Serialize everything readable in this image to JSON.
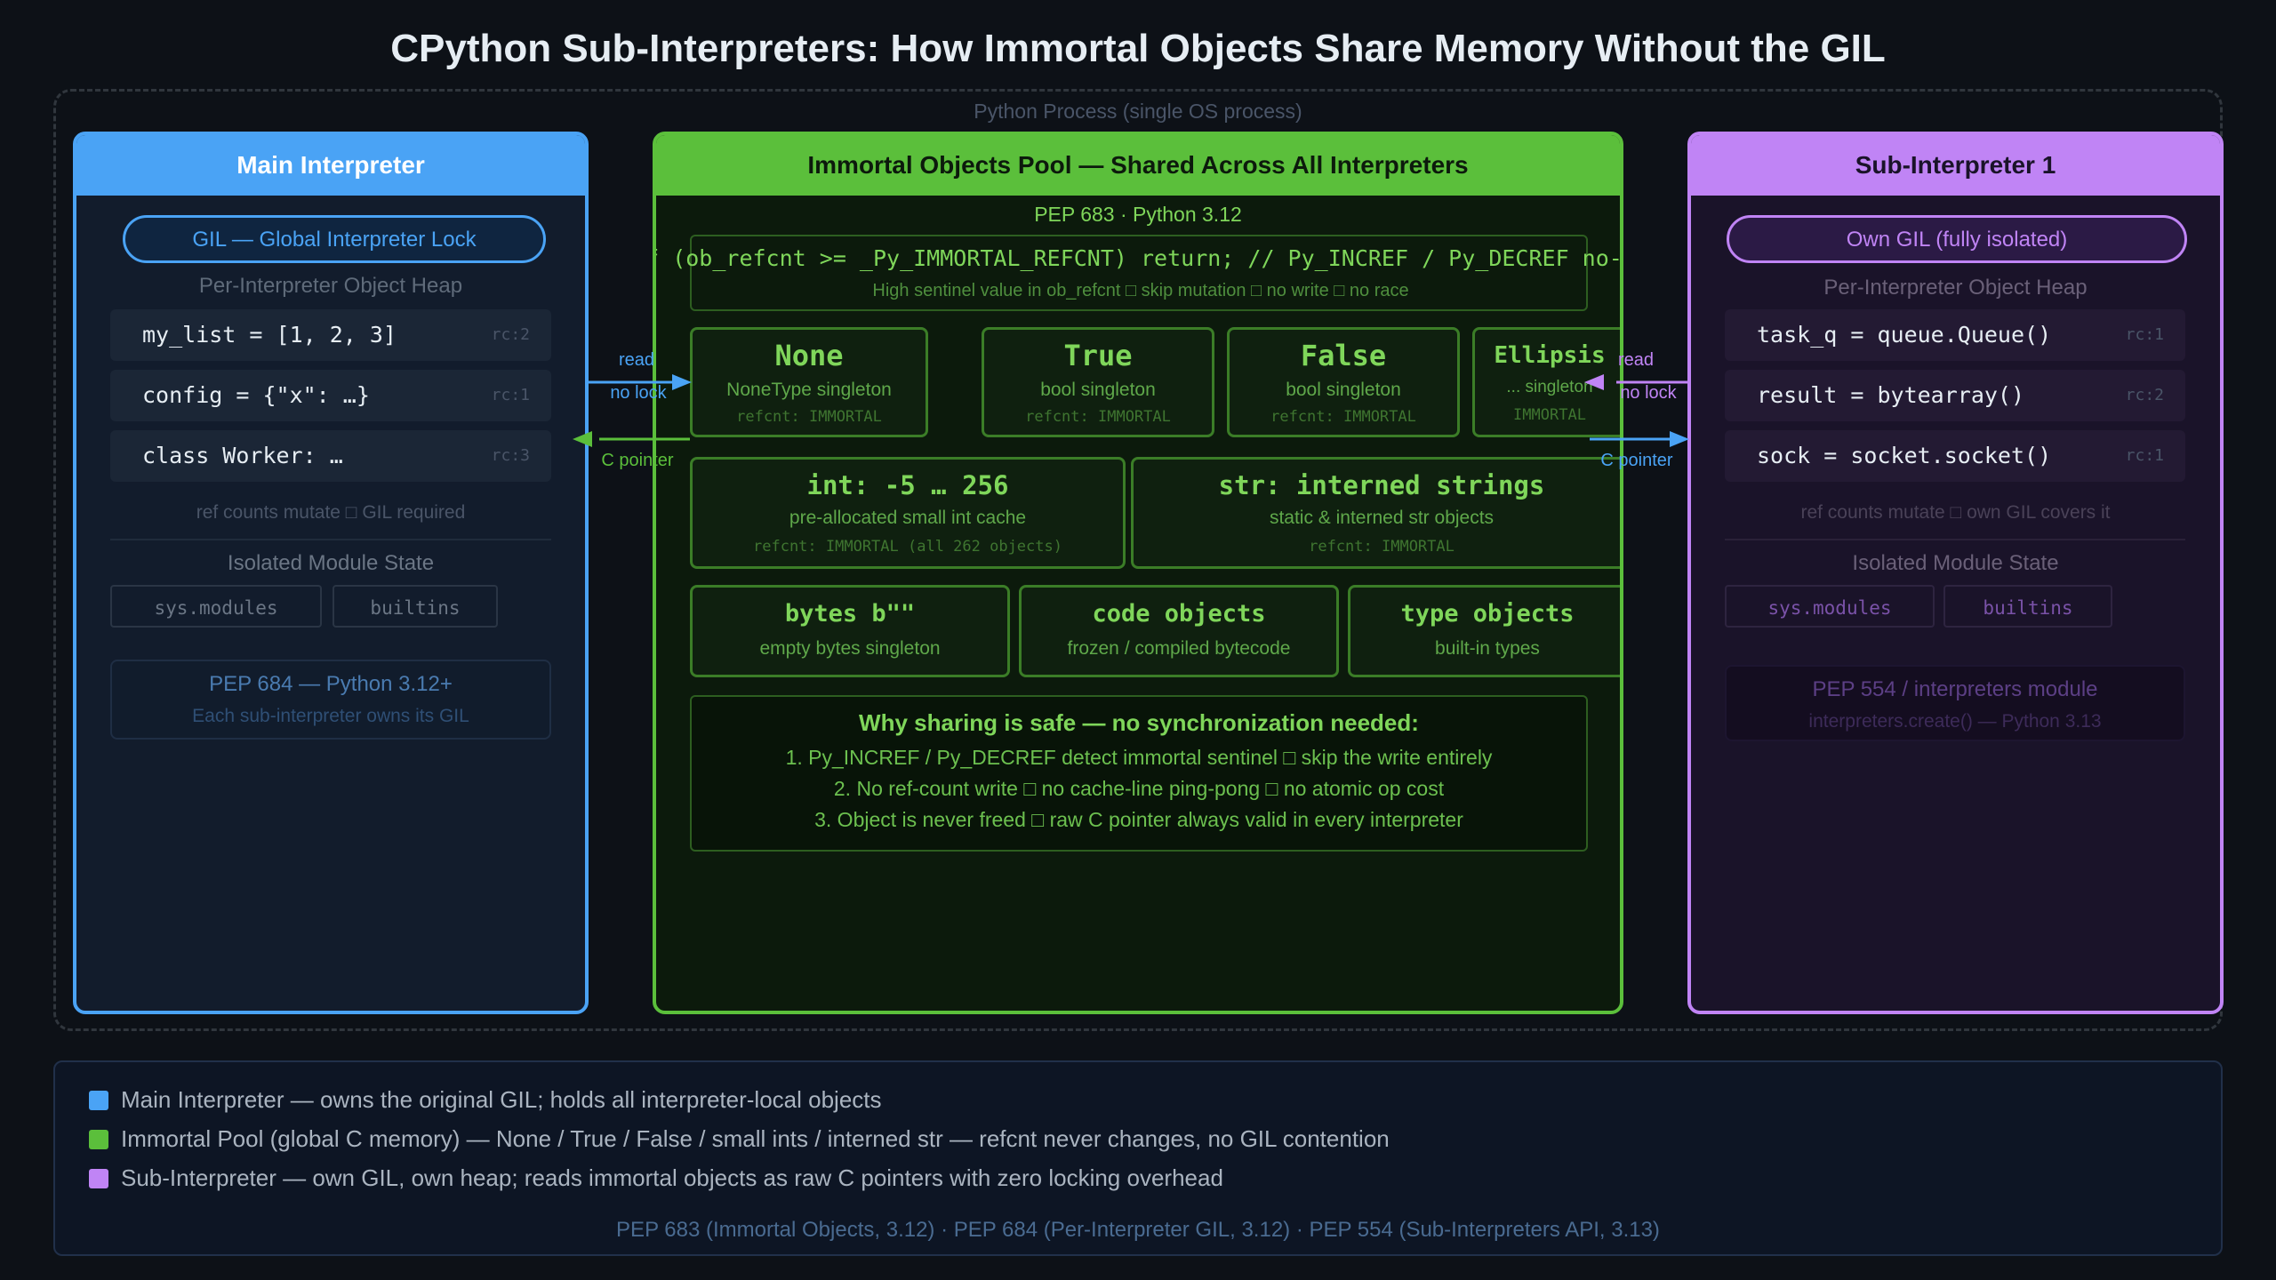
{
  "title": "CPython Sub-Interpreters: How Immortal Objects Share Memory Without the GIL",
  "process_label": "Python Process (single OS process)",
  "colors": {
    "main": "#4aa3f5",
    "pool": "#5bbf3b",
    "sub": "#c084f5"
  },
  "main_interpreter": {
    "header": "Main Interpreter",
    "gil": "GIL — Global Interpreter Lock",
    "heap_label": "Per-Interpreter Object Heap",
    "objects": [
      {
        "code": "my_list = [1, 2, 3]",
        "rc": "rc:2"
      },
      {
        "code": "config = {\"x\": …}",
        "rc": "rc:1"
      },
      {
        "code": "class Worker: …",
        "rc": "rc:3"
      }
    ],
    "refcount_note": "ref counts mutate □ GIL required",
    "module_state_label": "Isolated Module State",
    "modules": [
      "sys.modules",
      "builtins"
    ],
    "pep_title": "PEP 684 — Python 3.12+",
    "pep_desc": "Each sub-interpreter owns its GIL"
  },
  "pool": {
    "header": "Immortal Objects Pool — Shared Across All Interpreters",
    "pep": "PEP 683 · Python 3.12",
    "code_line": "if (ob_refcnt >= _Py_IMMORTAL_REFCNT) return; // Py_INCREF / Py_DECREF no-op",
    "code_desc": "High sentinel value in ob_refcnt □ skip mutation □ no write □ no race",
    "row1": [
      {
        "title": "None",
        "desc": "NoneType singleton",
        "refcnt": "refcnt: IMMORTAL"
      },
      {
        "title": "True",
        "desc": "bool singleton",
        "refcnt": "refcnt: IMMORTAL"
      },
      {
        "title": "False",
        "desc": "bool singleton",
        "refcnt": "refcnt: IMMORTAL"
      },
      {
        "title": "Ellipsis",
        "desc": "... singleton",
        "refcnt": "IMMORTAL"
      }
    ],
    "row2": [
      {
        "title": "int: -5 … 256",
        "desc": "pre-allocated small int cache",
        "refcnt": "refcnt: IMMORTAL (all 262 objects)"
      },
      {
        "title": "str: interned strings",
        "desc": "static & interned str objects",
        "refcnt": "refcnt: IMMORTAL"
      }
    ],
    "row3": [
      {
        "title": "bytes b\"\"",
        "desc": "empty bytes singleton"
      },
      {
        "title": "code objects",
        "desc": "frozen / compiled bytecode"
      },
      {
        "title": "type objects",
        "desc": "built-in types"
      }
    ],
    "why_title": "Why sharing is safe — no synchronization needed:",
    "why_items": [
      "1. Py_INCREF / Py_DECREF detect immortal sentinel □ skip the write entirely",
      "2. No ref-count write □ no cache-line ping-pong □ no atomic op cost",
      "3. Object is never freed □ raw C pointer always valid in every interpreter"
    ]
  },
  "sub_interpreter": {
    "header": "Sub-Interpreter 1",
    "gil": "Own GIL (fully isolated)",
    "heap_label": "Per-Interpreter Object Heap",
    "objects": [
      {
        "code": "task_q = queue.Queue()",
        "rc": "rc:1"
      },
      {
        "code": "result = bytearray()",
        "rc": "rc:2"
      },
      {
        "code": "sock = socket.socket()",
        "rc": "rc:1"
      }
    ],
    "refcount_note": "ref counts mutate □ own GIL covers it",
    "module_state_label": "Isolated Module State",
    "modules": [
      "sys.modules",
      "builtins"
    ],
    "pep_title": "PEP 554 / interpreters module",
    "pep_desc": "interpreters.create() — Python 3.13"
  },
  "connectors": {
    "left_read": "read",
    "left_nolock": "no lock",
    "left_pointer": "C pointer",
    "right_read": "read",
    "right_nolock": "no lock",
    "right_pointer": "C pointer"
  },
  "legend": [
    {
      "color": "#4aa3f5",
      "text": "Main Interpreter — owns the original GIL; holds all interpreter-local objects"
    },
    {
      "color": "#5bbf3b",
      "text": "Immortal Pool (global C memory) — None / True / False / small ints / interned str — refcnt never changes, no GIL contention"
    },
    {
      "color": "#c084f5",
      "text": "Sub-Interpreter — own GIL, own heap; reads immortal objects as raw C pointers with zero locking overhead"
    }
  ],
  "footer": "PEP 683 (Immortal Objects, 3.12) · PEP 684 (Per-Interpreter GIL, 3.12) · PEP 554 (Sub-Interpreters API, 3.13)"
}
